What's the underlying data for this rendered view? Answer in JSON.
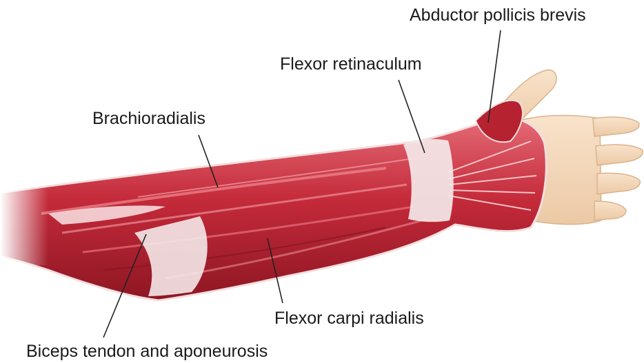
{
  "colors": {
    "muscle_dark": "#9e1c2a",
    "muscle_mid": "#c8303e",
    "muscle_light": "#e06a74",
    "tendon": "#f3eaea",
    "skin": "#f6dcc0",
    "skin_shadow": "#e9c29e",
    "leader_line": "#222222"
  },
  "labels": {
    "abductor_pollicis_brevis": "Abductor pollicis brevis",
    "flexor_retinaculum": "Flexor retinaculum",
    "brachioradialis": "Brachioradialis",
    "flexor_carpi_radialis": "Flexor carpi radialis",
    "biceps_tendon": "Biceps tendon and aponeurosis"
  }
}
